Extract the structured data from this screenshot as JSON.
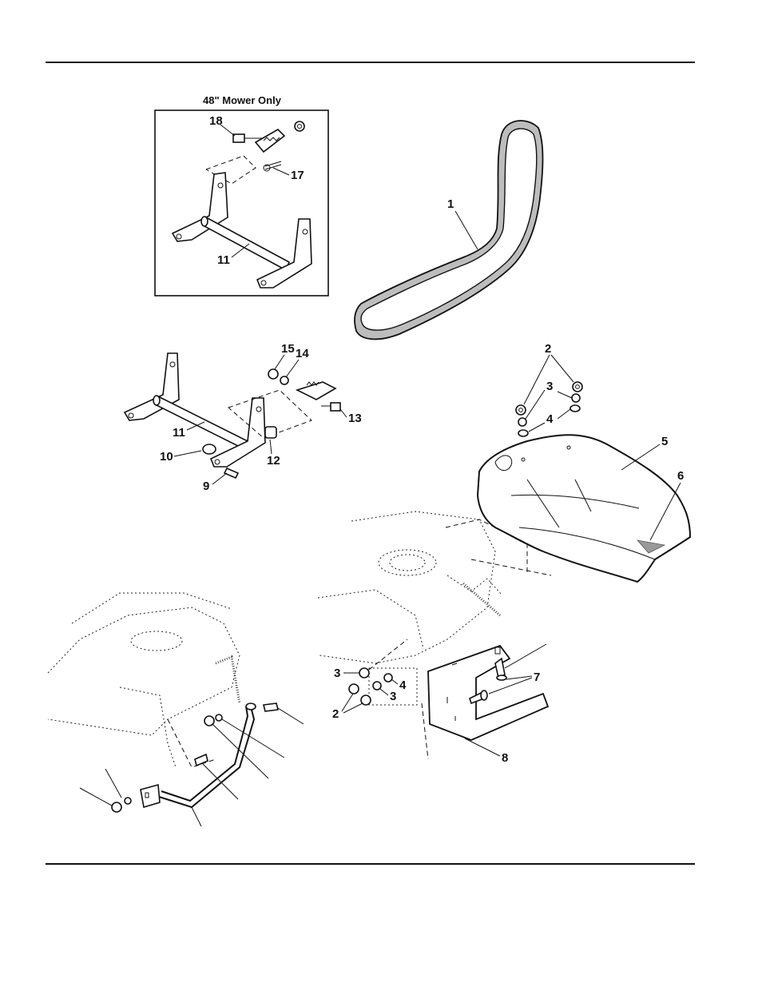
{
  "inset": {
    "title": "48\" Mower Only"
  },
  "callouts": {
    "c1": "1",
    "c2a": "2",
    "c2b": "2",
    "c3a": "3",
    "c3b": "3",
    "c3c": "3",
    "c4a": "4",
    "c4b": "4",
    "c5": "5",
    "c6": "6",
    "c7": "7",
    "c8": "8",
    "c9": "9",
    "c10": "10",
    "c11a": "11",
    "c11b": "11",
    "c12": "12",
    "c13": "13",
    "c14": "14",
    "c15": "15",
    "c17": "17",
    "c18": "18"
  }
}
